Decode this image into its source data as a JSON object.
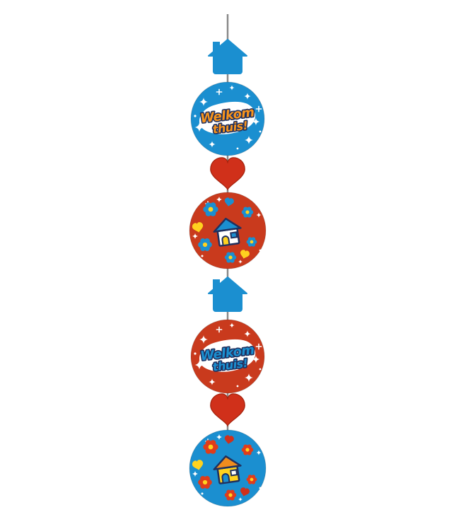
{
  "palette": {
    "blue": "#1b8fd0",
    "red": "#c93a1d",
    "bright_red": "#d0301a",
    "orange": "#f7941d",
    "roof_orange": "#f08c1e",
    "yellow": "#ffd21f",
    "navy": "#20305e",
    "white": "#ffffff",
    "string_gray": "#8a8a8a"
  },
  "garland": {
    "pendants": [
      {
        "id": "house-top",
        "icon": "house-icon",
        "color": "#1b8fd0"
      },
      {
        "id": "heart-1",
        "icon": "heart-icon",
        "color": "#d0301a"
      },
      {
        "id": "house-mid",
        "icon": "house-icon",
        "color": "#1b8fd0"
      },
      {
        "id": "heart-2",
        "icon": "heart-icon",
        "color": "#d0301a"
      }
    ],
    "badges": [
      {
        "id": "welkom-blue",
        "bg": "#1b8fd0",
        "text_line1": "Welkom",
        "text_line2": "thuis!",
        "text_color": "#f7941d"
      },
      {
        "id": "house-red",
        "bg": "#c93a1d",
        "icon": "house-icon",
        "decor": [
          "flower-icon",
          "heart-icon",
          "sparkle-icon"
        ]
      },
      {
        "id": "welkom-red",
        "bg": "#c93a1d",
        "text_line1": "Welkom",
        "text_line2": "thuis!",
        "text_color": "#1b8fd0"
      },
      {
        "id": "house-blue",
        "bg": "#1b8fd0",
        "icon": "house-icon",
        "decor": [
          "flower-icon",
          "heart-icon",
          "sparkle-icon"
        ]
      }
    ]
  }
}
